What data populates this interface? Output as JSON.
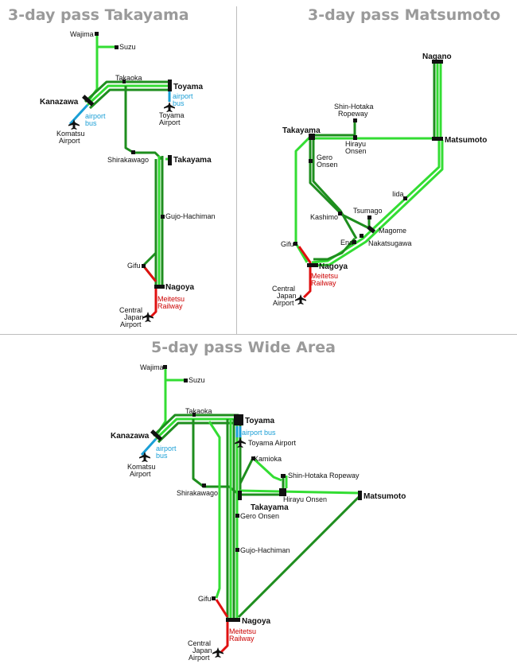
{
  "titles": {
    "takayama": "3-day pass Takayama",
    "matsumoto": "3-day pass Matsumoto",
    "wide": "5-day pass Wide Area"
  },
  "takayama": {
    "wajima": "Wajima",
    "suzu": "Suzu",
    "takaoka": "Takaoka",
    "toyama": "Toyama",
    "kanazawa": "Kanazawa",
    "airport_bus_1": "airport",
    "airport_bus_2": "bus",
    "airport_bus_3": "airport",
    "airport_bus_4": "bus",
    "komatsu_1": "Komatsu",
    "komatsu_2": "Airport",
    "toyama_ap_1": "Toyama",
    "toyama_ap_2": "Airport",
    "shirakawago": "Shirakawago",
    "takayama": "Takayama",
    "gujo": "Gujo-Hachiman",
    "gifu": "Gifu",
    "nagoya": "Nagoya",
    "meitetsu_1": "Meitetsu",
    "meitetsu_2": "Railway",
    "central_1": "Central",
    "central_2": "Japan",
    "central_3": "Airport"
  },
  "matsumoto": {
    "nagano": "Nagano",
    "shinhotaka_1": "Shin-Hotaka",
    "shinhotaka_2": "Ropeway",
    "takayama": "Takayama",
    "matsumoto": "Matsumoto",
    "hirayu_1": "Hirayu",
    "hirayu_2": "Onsen",
    "gero_1": "Gero",
    "gero_2": "Onsen",
    "iida": "Iida",
    "tsumago": "Tsumago",
    "kashimo": "Kashimo",
    "magome": "Magome",
    "ena": "Ena",
    "nakatsugawa": "Nakatsugawa",
    "gifu": "Gifu",
    "nagoya": "Nagoya",
    "meitetsu_1": "Meitetsu",
    "meitetsu_2": "Railway",
    "central_1": "Central",
    "central_2": "Japan",
    "central_3": "Airport"
  },
  "wide": {
    "wajima": "Wajima",
    "suzu": "Suzu",
    "takaoka": "Takaoka",
    "toyama": "Toyama",
    "kanazawa": "Kanazawa",
    "airport_bus_1": "airport bus",
    "airport_bus_2": "airport",
    "airport_bus_3": "bus",
    "toyama_ap": "Toyama Airport",
    "komatsu_1": "Komatsu",
    "komatsu_2": "Airport",
    "kamioka": "Kamioka",
    "shinhotaka": "Shin-Hotaka Ropeway",
    "shirakawago": "Shirakawago",
    "hirayu": "Hirayu Onsen",
    "matsumoto": "Matsumoto",
    "takayama": "Takayama",
    "gero": "Gero Onsen",
    "gujo": "Gujo-Hachiman",
    "gifu": "Gifu",
    "nagoya": "Nagoya",
    "meitetsu_1": "Meitetsu",
    "meitetsu_2": "Railway",
    "central_1": "Central",
    "central_2": "Japan",
    "central_3": "Airport"
  },
  "colors": {
    "dark_green": "#1e8e1e",
    "light_green": "#33dd33",
    "red": "#e01010",
    "blue": "#1a9fd6",
    "title_gray": "#9a9a9a"
  }
}
